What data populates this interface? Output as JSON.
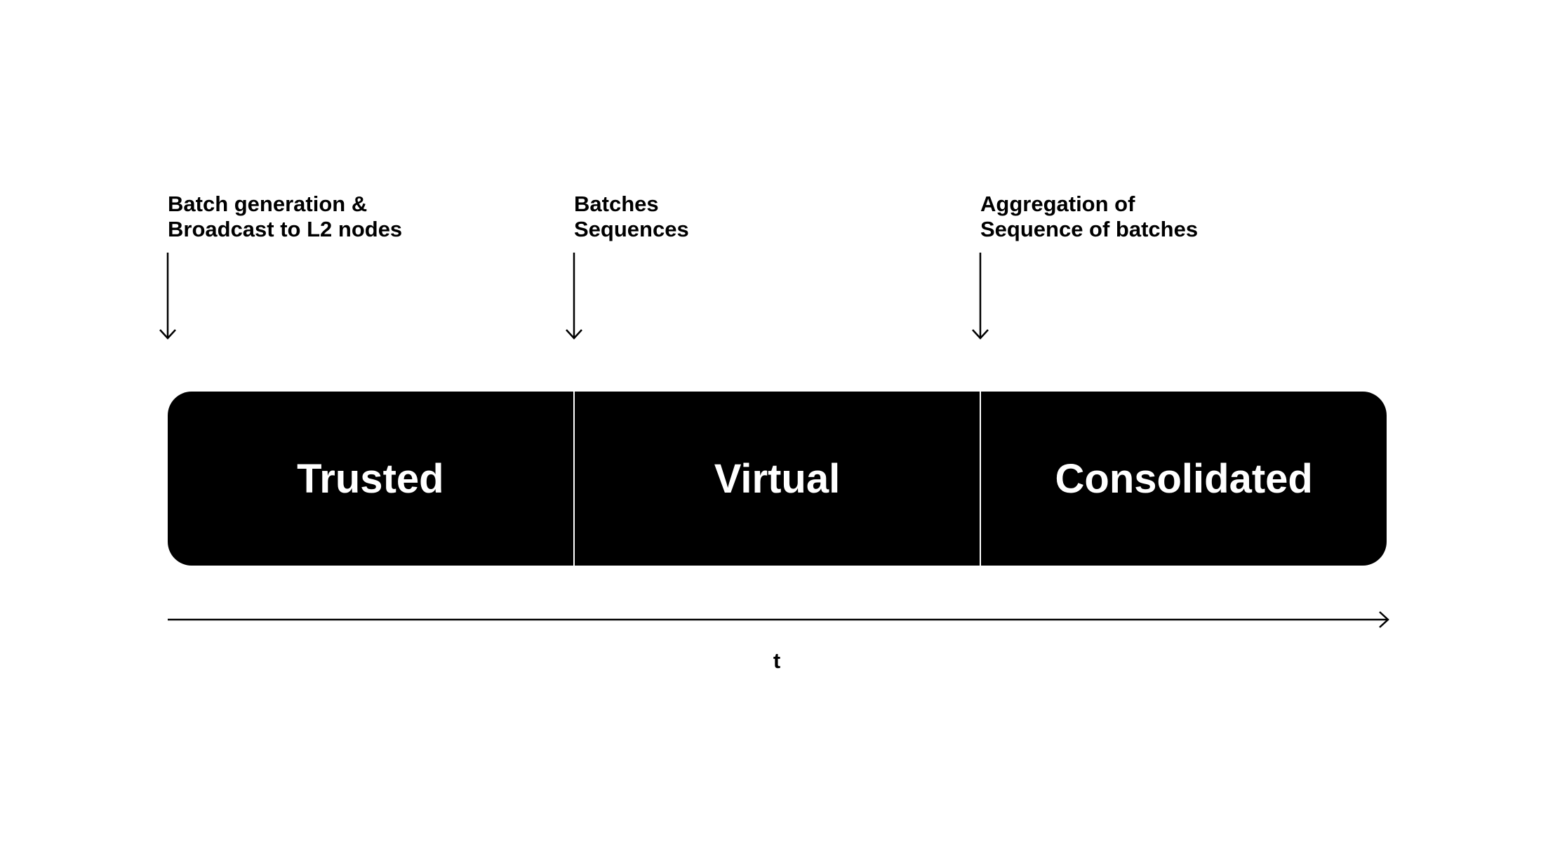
{
  "annotations": [
    {
      "lines": [
        "Batch generation &",
        "Broadcast to L2 nodes"
      ]
    },
    {
      "lines": [
        "Batches",
        "Sequences"
      ]
    },
    {
      "lines": [
        "Aggregation of",
        "Sequence of batches"
      ]
    }
  ],
  "phases": [
    {
      "label": "Trusted"
    },
    {
      "label": "Virtual"
    },
    {
      "label": "Consolidated"
    }
  ],
  "axis": {
    "label": "t"
  },
  "colors": {
    "bar": "#000000",
    "bar_text": "#ffffff",
    "stroke": "#000000",
    "background": "#ffffff"
  }
}
